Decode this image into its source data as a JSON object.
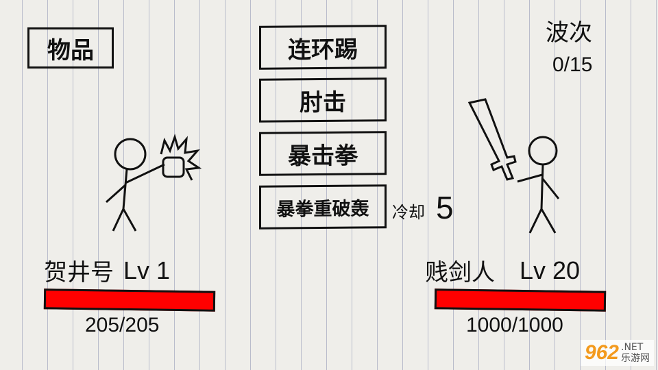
{
  "items_button": "物品",
  "skills": [
    {
      "label": "连环踢"
    },
    {
      "label": "肘击"
    },
    {
      "label": "暴击拳"
    },
    {
      "label": "暴拳重破轰",
      "cooldown_label": "冷却",
      "cooldown_value": "5"
    }
  ],
  "wave": {
    "label": "波次",
    "value": "0/15"
  },
  "player": {
    "name": "贺井号",
    "level": "Lv 1",
    "hp_text": "205/205",
    "hp_fraction": 1.0
  },
  "enemy": {
    "name": "贱剑人",
    "level": "Lv 20",
    "hp_text": "1000/1000",
    "hp_fraction": 1.0
  },
  "colors": {
    "hp_bar": "#ff0000",
    "ink": "#111111"
  },
  "watermark": {
    "logo": "962",
    "suffix": ".NET",
    "sub": "乐游网"
  }
}
